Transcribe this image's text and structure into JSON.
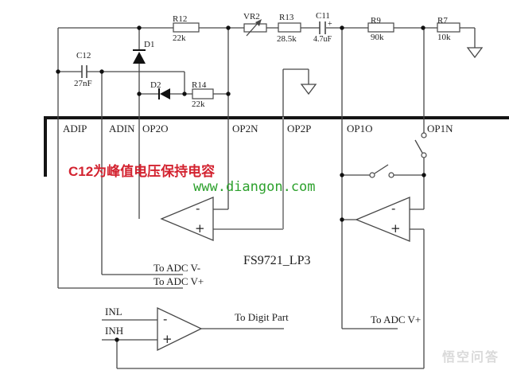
{
  "schematic": {
    "chip_name": "FS9721_LP3",
    "pins": [
      {
        "label": "ADIP"
      },
      {
        "label": "ADIN"
      },
      {
        "label": "OP2O"
      },
      {
        "label": "OP2N"
      },
      {
        "label": "OP2P"
      },
      {
        "label": "OP1O"
      },
      {
        "label": "OP1N"
      }
    ],
    "components": {
      "r12": {
        "ref": "R12",
        "value": "22k"
      },
      "vr2": {
        "ref": "VR2"
      },
      "r13": {
        "ref": "R13",
        "value": "28.5k"
      },
      "c11": {
        "ref": "C11",
        "value": "4.7uF",
        "polarity": "+"
      },
      "r9": {
        "ref": "R9",
        "value": "90k"
      },
      "r7": {
        "ref": "R7",
        "value": "10k"
      },
      "c12": {
        "ref": "C12",
        "value": "27nF"
      },
      "d1": {
        "ref": "D1"
      },
      "d2": {
        "ref": "D2"
      },
      "r14": {
        "ref": "R14",
        "value": "22k"
      }
    },
    "labels": {
      "to_adc_v_minus": "To ADC V-",
      "to_adc_v_plus": "To ADC V+",
      "inl": "INL",
      "inh": "INH",
      "to_digit_part": "To Digit Part",
      "to_adc_v_plus_right": "To ADC V+"
    },
    "signs": {
      "minus": "-",
      "plus": "+"
    },
    "annotations": {
      "note_red": "C12为峰值电压保持电容",
      "site_green": "www.diangon.com",
      "watermark": "悟空问答"
    },
    "colors": {
      "wire": "#474747",
      "gray_wire": "#909090",
      "chip_border": "#141414",
      "note_red": "#d32330",
      "site_green": "#2da12d",
      "watermark_gray": "#dadada"
    }
  }
}
